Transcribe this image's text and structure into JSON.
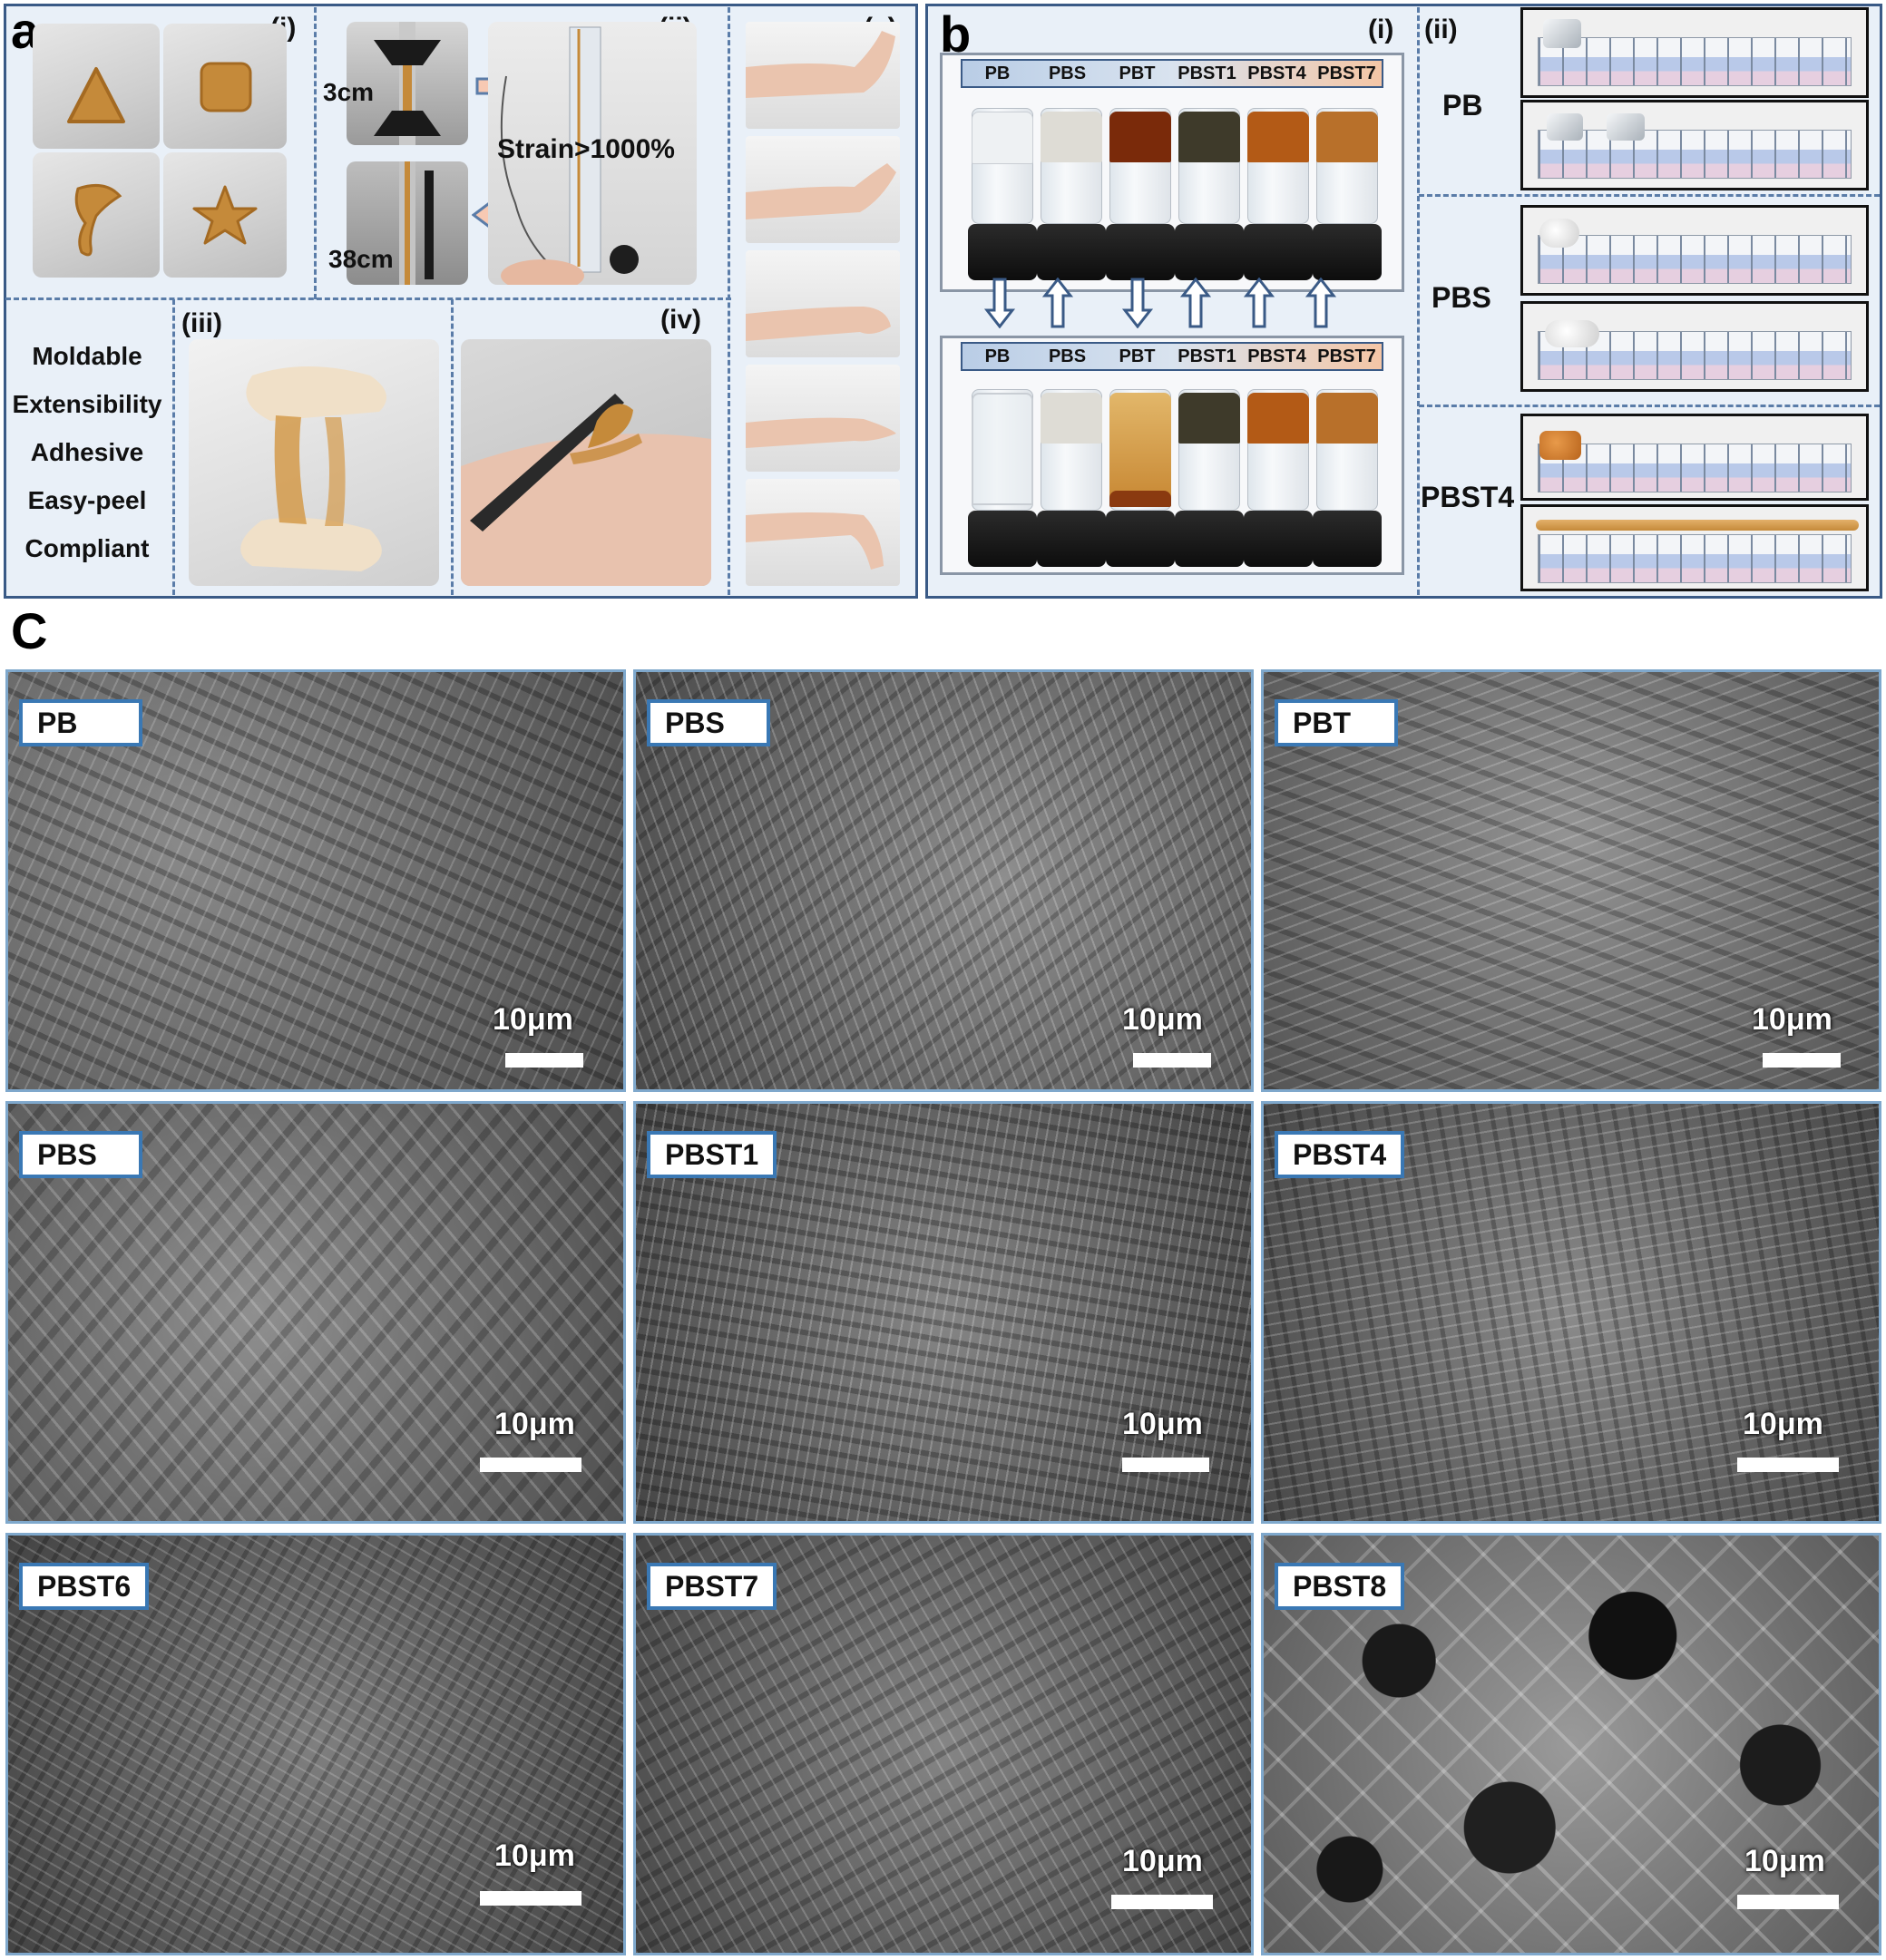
{
  "panel_a": {
    "letter": "a",
    "sub_i": "(i)",
    "sub_ii": "(ii)",
    "sub_iii": "(iii)",
    "sub_iv": "(iv)",
    "sub_v": "(v)",
    "length_start": "3cm",
    "length_end": "38cm",
    "strain_label": "Strain>1000%",
    "properties": [
      "Moldable",
      "Extensibility",
      "Adhesive",
      "Easy-peel",
      "Compliant"
    ],
    "shapes": [
      "triangle",
      "cube",
      "hook",
      "star"
    ]
  },
  "panel_b": {
    "letter": "b",
    "sub_i": "(i)",
    "sub_ii": "(ii)",
    "vial_labels": [
      "PB",
      "PBS",
      "PBT",
      "PBST1",
      "PBST4",
      "PBST7"
    ],
    "row_labels": [
      "PB",
      "PBS",
      "PBST4"
    ],
    "vial_colors": [
      "#eef1f3",
      "#dedcd5",
      "#7a2a0a",
      "#3e3a2a",
      "#b35a16",
      "#b8702a"
    ],
    "flip_arrows": [
      "down",
      "up",
      "down",
      "up",
      "up",
      "up"
    ]
  },
  "panel_c": {
    "letter": "C",
    "scale_label": "10μm",
    "images": [
      "PB",
      "PBS",
      "PBT",
      "PBS",
      "PBST1",
      "PBST4",
      "PBST6",
      "PBST7",
      "PBST8"
    ]
  },
  "colors": {
    "frame": "#3a5a86",
    "panel_bg": "#e9f0f8",
    "sem_border": "#7fa8cc",
    "tag_border": "#3a78b4",
    "hydrogel": "#c58a3a",
    "arrow_fill": "#f7c9b3"
  }
}
